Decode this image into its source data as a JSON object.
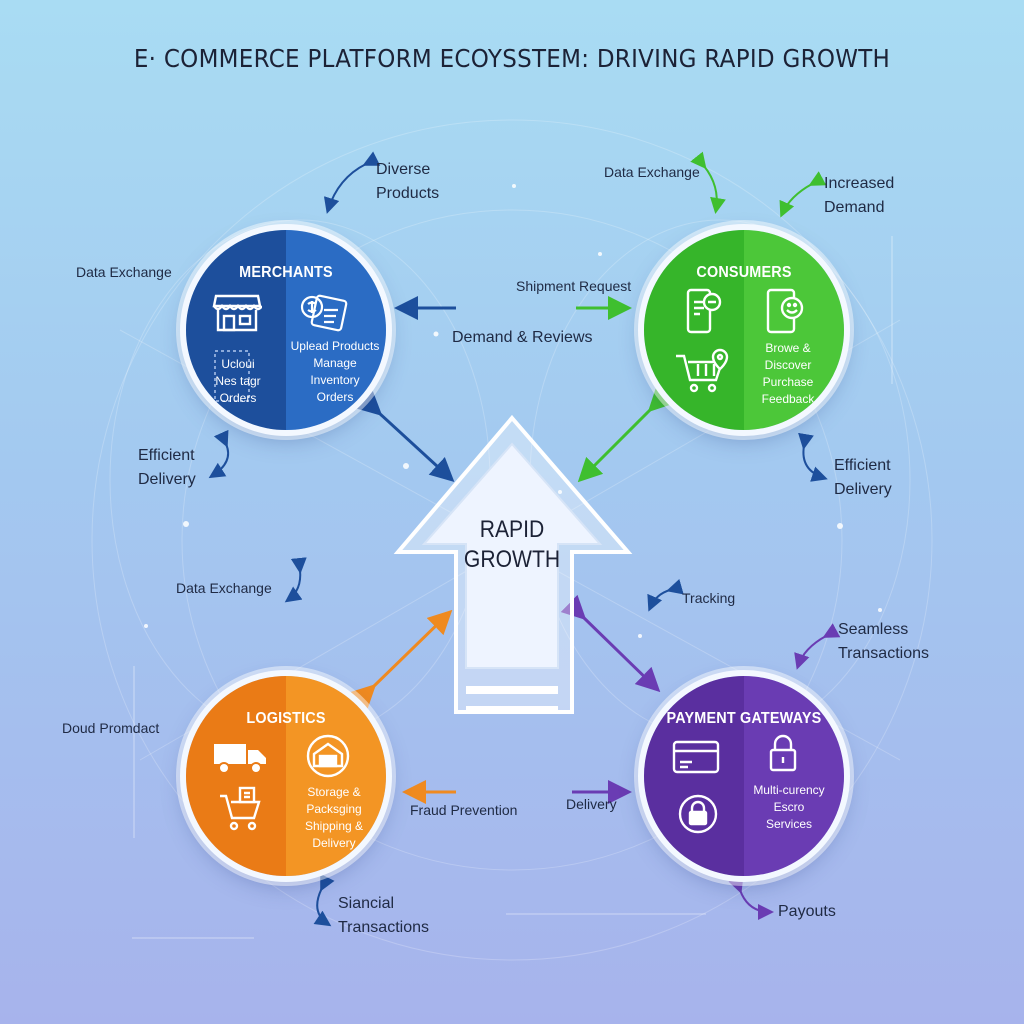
{
  "title": "E· COMMERCE PLATFORM ECOYSSTEM: DRIVING RAPID GROWTH",
  "center": {
    "line1": "RAPID",
    "line2": "GROWTH"
  },
  "nodes": {
    "merchants": {
      "title": "MERCHANTS",
      "left_text": [
        "Ucloui",
        "Nes tagr",
        "Orders"
      ],
      "right_text": [
        "Uplead Products",
        "Manage",
        "Inventory",
        "Orders"
      ],
      "colors": {
        "left": "#1d4f9c",
        "right": "#2b6cc4"
      }
    },
    "consumers": {
      "title": "CONSUMERS",
      "right_text": [
        "Browe & Discover",
        "Purchase",
        "Feedback"
      ],
      "colors": {
        "left": "#36b52a",
        "right": "#4cc739"
      }
    },
    "logistics": {
      "title": "LOGISTICS",
      "right_text": [
        "Storage & Packsging",
        "Shipping &",
        "Delivery"
      ],
      "colors": {
        "left": "#ea7b16",
        "right": "#f39524"
      }
    },
    "payment": {
      "title": "PAYMENT GATEWAYS",
      "right_text": [
        "Multi-curency",
        "Escro",
        "Services"
      ],
      "colors": {
        "left": "#5a2f9f",
        "right": "#6a3cb3"
      }
    }
  },
  "labels": {
    "diverse_products": [
      "Diverse",
      "Products"
    ],
    "data_exchange_top": "Data Exchange",
    "increased_demand": [
      "Increased",
      "Demand"
    ],
    "data_exchange_left": "Data Exchange",
    "shipment_request": "Shipment Request",
    "demand_reviews": "Demand & Reviews",
    "efficient_delivery_left": [
      "Efficient",
      "Delivery"
    ],
    "efficient_delivery_right": [
      "Efficient",
      "Delivery"
    ],
    "data_exchange_mid": "Data Exchange",
    "tracking": "Tracking",
    "seamless_transactions": [
      "Seamless",
      "Transactions"
    ],
    "doud_promdact": "Doud Promdact",
    "fraud_prevention": "Fraud Prevention",
    "delivery": "Delivery",
    "siancial_transactions": [
      "Siancial",
      "Transactions"
    ],
    "payouts": "Payouts"
  },
  "icons": [
    "storefront-icon",
    "coin-document-icon",
    "smartphone-chat-icon",
    "smartphone-smile-icon",
    "shopping-cart-location-icon",
    "delivery-truck-icon",
    "cart-box-icon",
    "warehouse-icon",
    "credit-card-icon",
    "padlock-icon"
  ]
}
